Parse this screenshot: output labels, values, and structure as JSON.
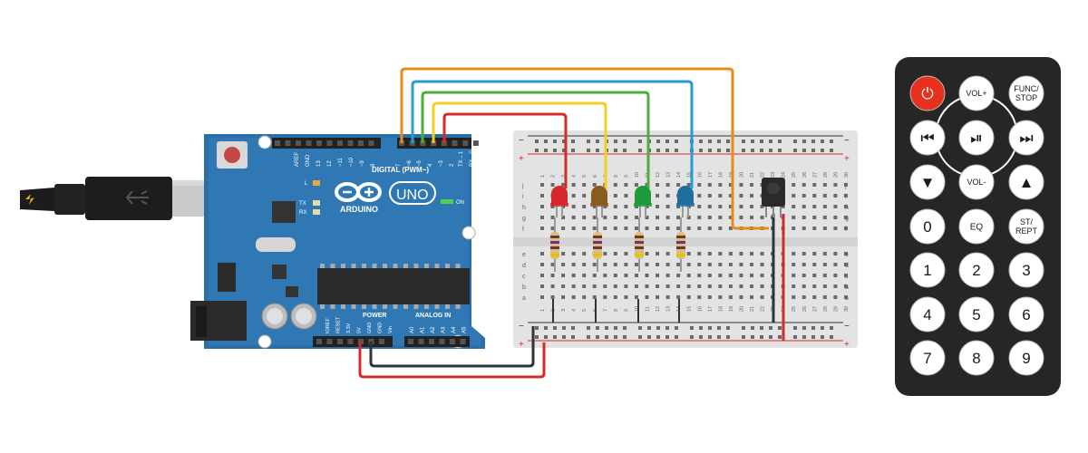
{
  "arduino": {
    "brand": "ARDUINO",
    "model": "UNO",
    "digital_header": "DIGITAL (PWM~)",
    "power_header": "POWER",
    "analog_header": "ANALOG IN",
    "on_label": "ON",
    "tx_label": "TX",
    "rx_label": "RX",
    "l_label": "L",
    "digital_pins": [
      "AREF",
      "GND",
      "13",
      "12",
      "~11",
      "~10",
      "~9",
      "8",
      "7",
      "~6",
      "~5",
      "4",
      "~3",
      "2",
      "TX→1",
      "RX←0"
    ],
    "power_pins": [
      "IOREF",
      "RESET",
      "3.3V",
      "5V",
      "GND",
      "GND",
      "Vin"
    ],
    "analog_pins": [
      "A0",
      "A1",
      "A2",
      "A3",
      "A4",
      "A5"
    ]
  },
  "breadboard": {
    "row_letters_top": [
      "j",
      "i",
      "h",
      "g",
      "f"
    ],
    "row_letters_bottom": [
      "e",
      "d",
      "c",
      "b",
      "a"
    ],
    "column_numbers": [
      "1",
      "2",
      "3",
      "4",
      "5",
      "6",
      "7",
      "8",
      "9",
      "10",
      "11",
      "12",
      "13",
      "14",
      "15",
      "16",
      "17",
      "18",
      "19",
      "20",
      "21",
      "22",
      "23",
      "24",
      "25",
      "26",
      "27",
      "28",
      "29",
      "30"
    ],
    "plus_sign": "+",
    "minus_sign": "−"
  },
  "components": {
    "leds": [
      {
        "name": "led-red",
        "color": "#d6262b"
      },
      {
        "name": "led-orange",
        "color": "#8a5a1e"
      },
      {
        "name": "led-green",
        "color": "#1f9a3a"
      },
      {
        "name": "led-blue",
        "color": "#1e6f9f"
      }
    ]
  },
  "wires": {
    "colors": {
      "orange": "#e88a1a",
      "blue": "#2a9ad6",
      "green": "#4cae3a",
      "yellow": "#f2cf24",
      "red": "#d62a2a",
      "black": "#333333"
    }
  },
  "remote": {
    "buttons": [
      {
        "name": "power-button",
        "label": "⏻"
      },
      {
        "name": "vol-up-button",
        "label": "VOL+"
      },
      {
        "name": "func-stop-button",
        "label": "FUNC/",
        "label2": "STOP"
      },
      {
        "name": "prev-button",
        "label": "⏮"
      },
      {
        "name": "play-pause-button",
        "label": "⏯"
      },
      {
        "name": "next-button",
        "label": "⏭"
      },
      {
        "name": "down-button",
        "label": "▼"
      },
      {
        "name": "vol-down-button",
        "label": "VOL-"
      },
      {
        "name": "up-button",
        "label": "▲"
      },
      {
        "name": "digit-0-button",
        "label": "0"
      },
      {
        "name": "eq-button",
        "label": "EQ"
      },
      {
        "name": "st-rept-button",
        "label": "ST/",
        "label2": "REPT"
      },
      {
        "name": "digit-1-button",
        "label": "1"
      },
      {
        "name": "digit-2-button",
        "label": "2"
      },
      {
        "name": "digit-3-button",
        "label": "3"
      },
      {
        "name": "digit-4-button",
        "label": "4"
      },
      {
        "name": "digit-5-button",
        "label": "5"
      },
      {
        "name": "digit-6-button",
        "label": "6"
      },
      {
        "name": "digit-7-button",
        "label": "7"
      },
      {
        "name": "digit-8-button",
        "label": "8"
      },
      {
        "name": "digit-9-button",
        "label": "9"
      }
    ]
  }
}
